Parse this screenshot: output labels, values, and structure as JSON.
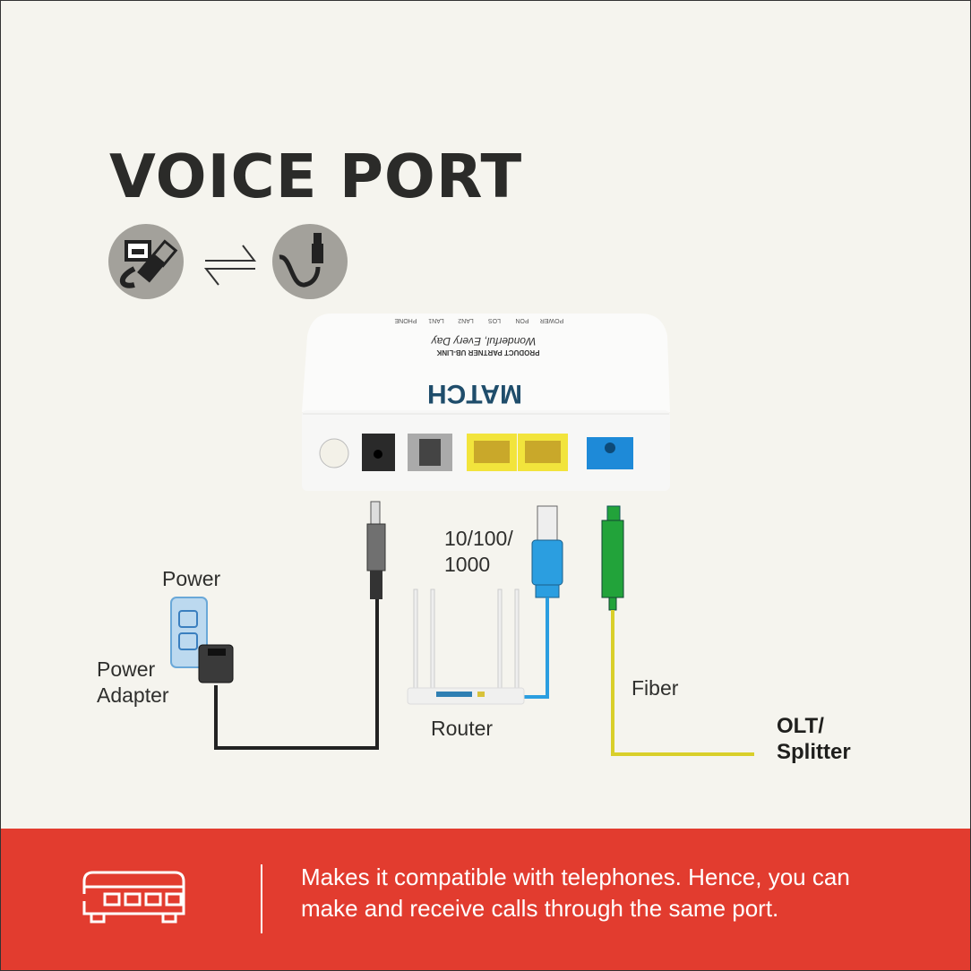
{
  "title": "VOICE PORT",
  "icons": {
    "left": "ethernet-port-cable-icon",
    "middle": "swap-arrows-icon",
    "right": "ethernet-cable-icon",
    "footer": "network-switch-icon"
  },
  "device": {
    "brand": "MATCH",
    "partner": "PRODUCT PARTNER UB-LINK",
    "tagline": "Wonderful, Every Day",
    "leds": [
      "POWER",
      "PON",
      "LOS",
      "LAN2",
      "LAN1",
      "PHONE"
    ]
  },
  "labels": {
    "power": "Power",
    "power_adapter_1": "Power",
    "power_adapter_2": "Adapter",
    "speed_1": "10/100/",
    "speed_2": "1000",
    "router": "Router",
    "fiber": "Fiber",
    "olt_1": "OLT/",
    "olt_2": "Splitter"
  },
  "footer": {
    "line1": "Makes it compatible with telephones. Hence, you can",
    "line2": "make and receive calls through the same port."
  },
  "colors": {
    "background": "#f5f4ee",
    "band": "#e23c2f",
    "lan_port": "#f2e43c",
    "fiber_port": "#1e8ad8",
    "ethernet_cable": "#2b9ee0",
    "fiber_connector": "#22a33a",
    "fiber_cable": "#d9cf2a"
  }
}
